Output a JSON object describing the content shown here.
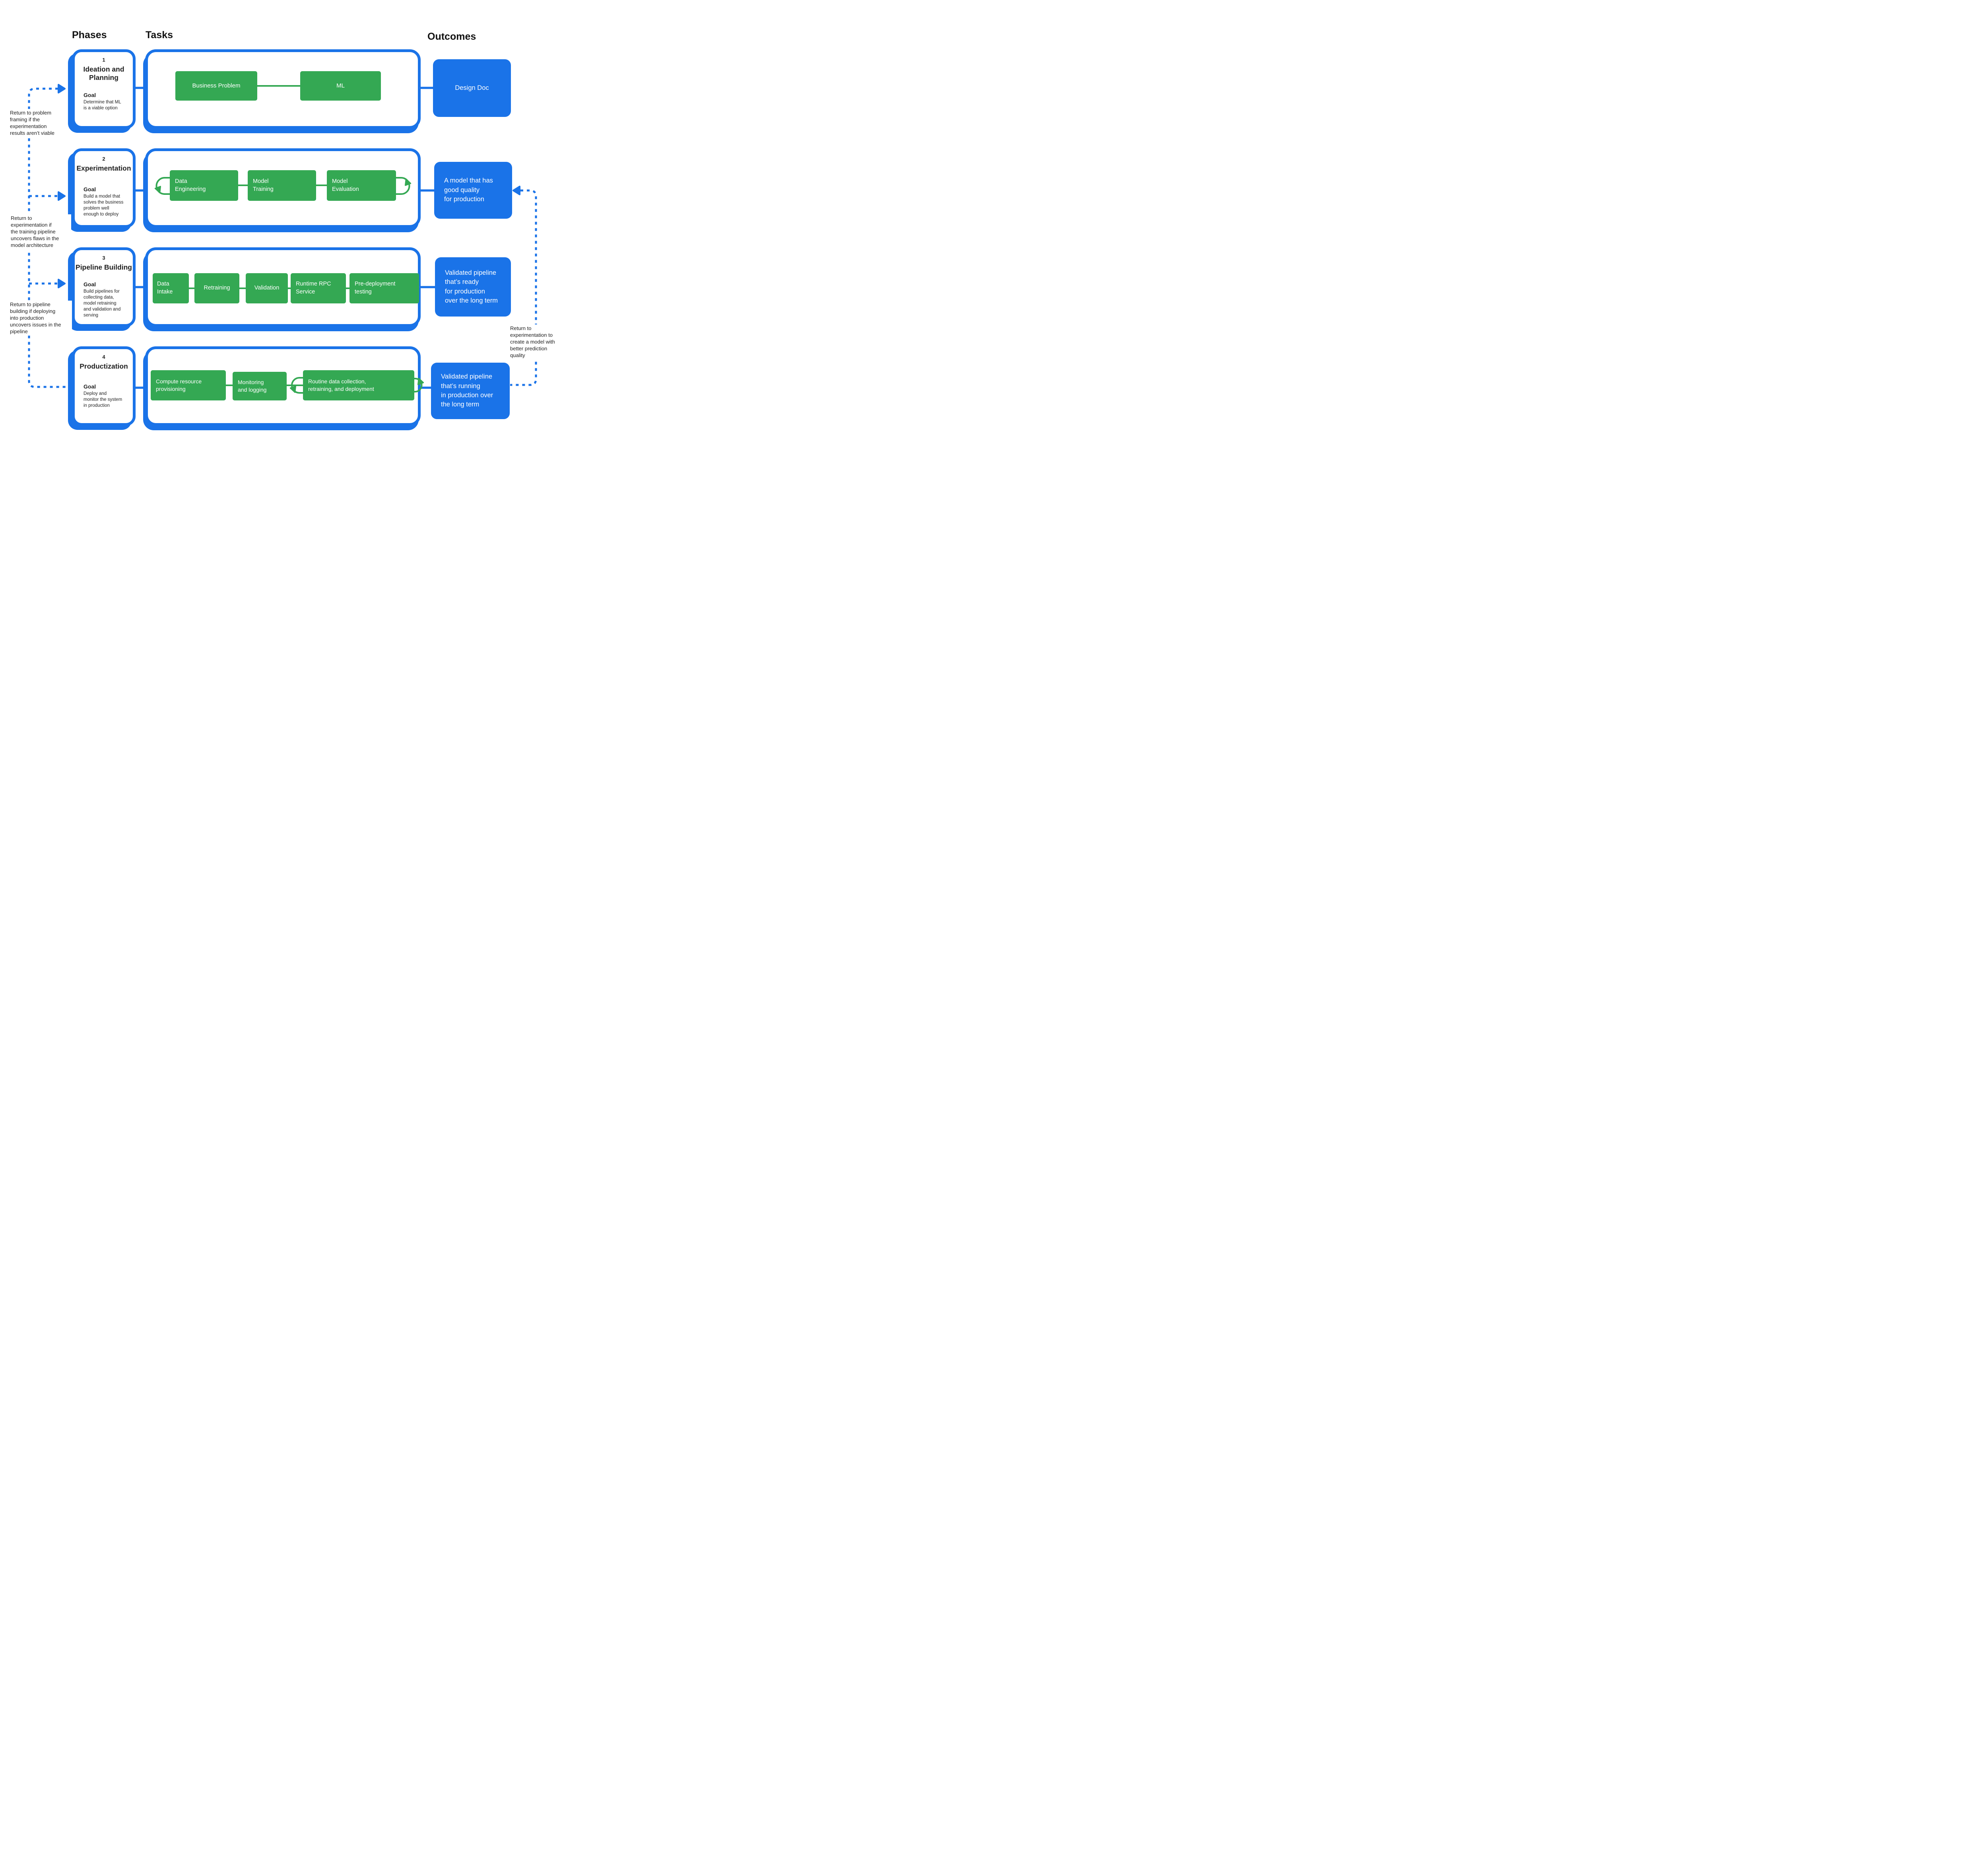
{
  "headers": {
    "phases": "Phases",
    "tasks": "Tasks",
    "outcomes": "Outcomes"
  },
  "colors": {
    "accent_blue": "#1a73e8",
    "task_green": "#34a853",
    "text": "#1f1f1f"
  },
  "phases": [
    {
      "number": "1",
      "title": "Ideation and\nPlanning",
      "goal_label": "Goal",
      "goal": "Determine that ML\nis a viable option",
      "tasks": [
        "Business Problem",
        "ML"
      ],
      "outcome": "Design Doc"
    },
    {
      "number": "2",
      "title": "Experimentation",
      "goal_label": "Goal",
      "goal": "Build a model that\nsolves the business\nproblem well\nenough to deploy",
      "tasks": [
        "Data\nEngineering",
        "Model\nTraining",
        "Model\nEvaluation"
      ],
      "outcome": "A model that has\ngood quality\nfor production"
    },
    {
      "number": "3",
      "title": "Pipeline Building",
      "goal_label": "Goal",
      "goal": "Build pipelines for\ncollecting data,\nmodel retraining\nand validation and\nserving",
      "tasks": [
        "Data\nIntake",
        "Retraining",
        "Validation",
        "Runtime RPC\nService",
        "Pre-deployment\ntesting"
      ],
      "outcome": "Validated pipeline\nthat’s ready\nfor production\nover the long term"
    },
    {
      "number": "4",
      "title": "Productization",
      "goal_label": "Goal",
      "goal": "Deploy and\nmonitor the system\nin production",
      "tasks": [
        "Compute resource\nprovisioning",
        "Monitoring\nand logging",
        "Routine data collection,\nretraining, and deployment"
      ],
      "outcome": "Validated pipeline\nthat’s running\nin production over\nthe long term"
    }
  ],
  "annotations": {
    "left": [
      "Return to problem\nframing if the\nexperimentation\nresults aren’t viable",
      "Return to\nexperimentation if\nthe training pipeline\nuncovers flaws in the\nmodel architecture",
      "Return to pipeline\nbuilding if deploying\ninto production\nuncovers issues in the\npipeline"
    ],
    "right": "Return to\nexperimentation to\ncreate a model with\nbetter prediction\nquality"
  }
}
